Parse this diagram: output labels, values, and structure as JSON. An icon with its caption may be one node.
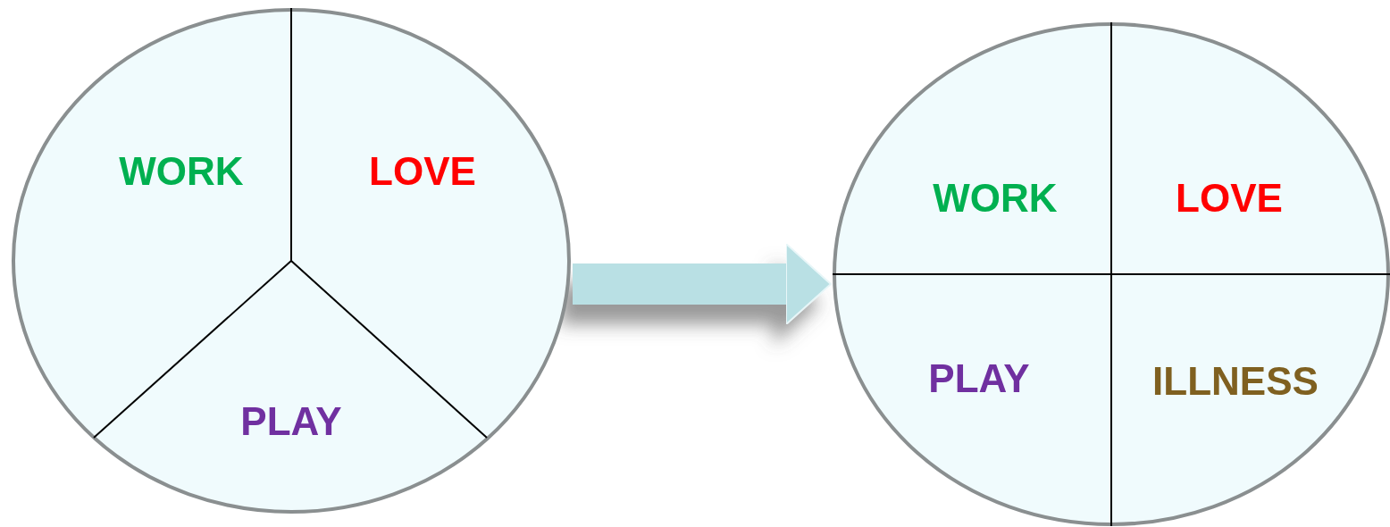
{
  "diagram": {
    "nodes": [
      {
        "text": [
          "WORK",
          "LOVE",
          "PLAY"
        ]
      },
      {
        "text": [
          "WORK",
          "LOVE",
          "PLAY",
          "ILLNESS"
        ]
      }
    ],
    "edges": [
      {
        "from": 0,
        "to": 1,
        "arrow": "to"
      }
    ]
  }
}
